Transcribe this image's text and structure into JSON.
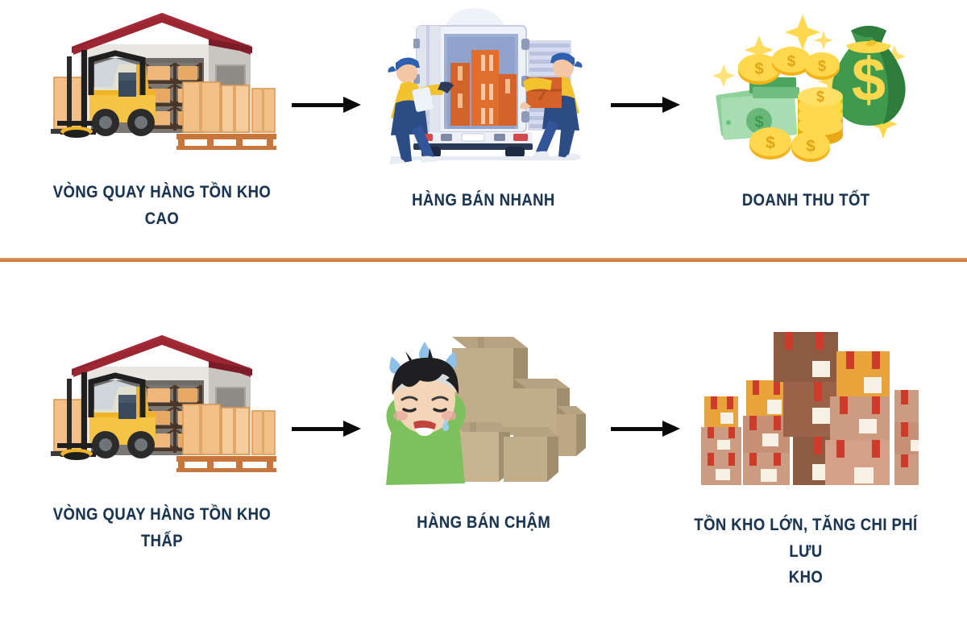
{
  "theme": {
    "background": "#ffffff",
    "label_color": "#1b3550",
    "divider_color": "#d4814a",
    "arrow_color": "#0a0a0a"
  },
  "divider": {
    "name": "section-divider"
  },
  "rows": [
    {
      "id": "good",
      "stages": [
        {
          "label": "VÒNG QUAY HÀNG TỒN KHO CAO",
          "art": "warehouse-forklift"
        },
        {
          "label": "HÀNG BÁN NHANH",
          "art": "delivery-truck-loading"
        },
        {
          "label": "DOANH THU TỐT",
          "art": "money-bag-coins"
        }
      ],
      "arrows": [
        "arrow-1",
        "arrow-2"
      ]
    },
    {
      "id": "bad",
      "stages": [
        {
          "label": "VÒNG QUAY HÀNG TỒN KHO THẤP",
          "art": "warehouse-forklift"
        },
        {
          "label": "HÀNG BÁN CHẬM",
          "art": "stressed-person-boxes"
        },
        {
          "label": "TỒN KHO LỚN, TĂNG CHI PHÍ LƯU\nKHO",
          "art": "stacked-boxes-pile"
        }
      ],
      "arrows": [
        "arrow-3",
        "arrow-4"
      ]
    }
  ]
}
